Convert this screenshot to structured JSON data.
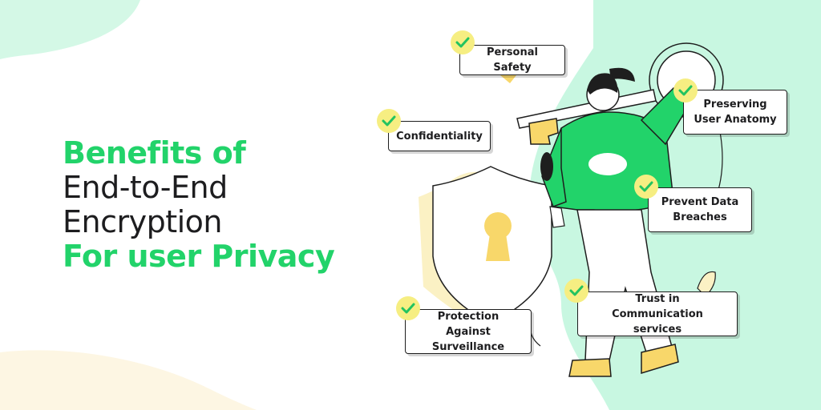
{
  "headline": {
    "line1": "Benefits of",
    "line2": "End-to-End",
    "line3": "Encryption",
    "line4": "For user Privacy"
  },
  "benefits": [
    {
      "label": "Personal Safety"
    },
    {
      "label": "Confidentiality"
    },
    {
      "label": "Preserving\nUser Anatomy"
    },
    {
      "label": "Prevent Data\nBreaches"
    },
    {
      "label": "Trust in\nCommunication services"
    },
    {
      "label": "Protection Against\nSurveillance"
    }
  ],
  "colors": {
    "accent_green": "#22d36a",
    "mint_background": "#c8f7e1",
    "check_yellow": "#f6ee82",
    "text_dark": "#1d1d1f"
  },
  "icons": [
    "check-icon",
    "shield-icon",
    "keyhole-icon",
    "key-icon"
  ]
}
